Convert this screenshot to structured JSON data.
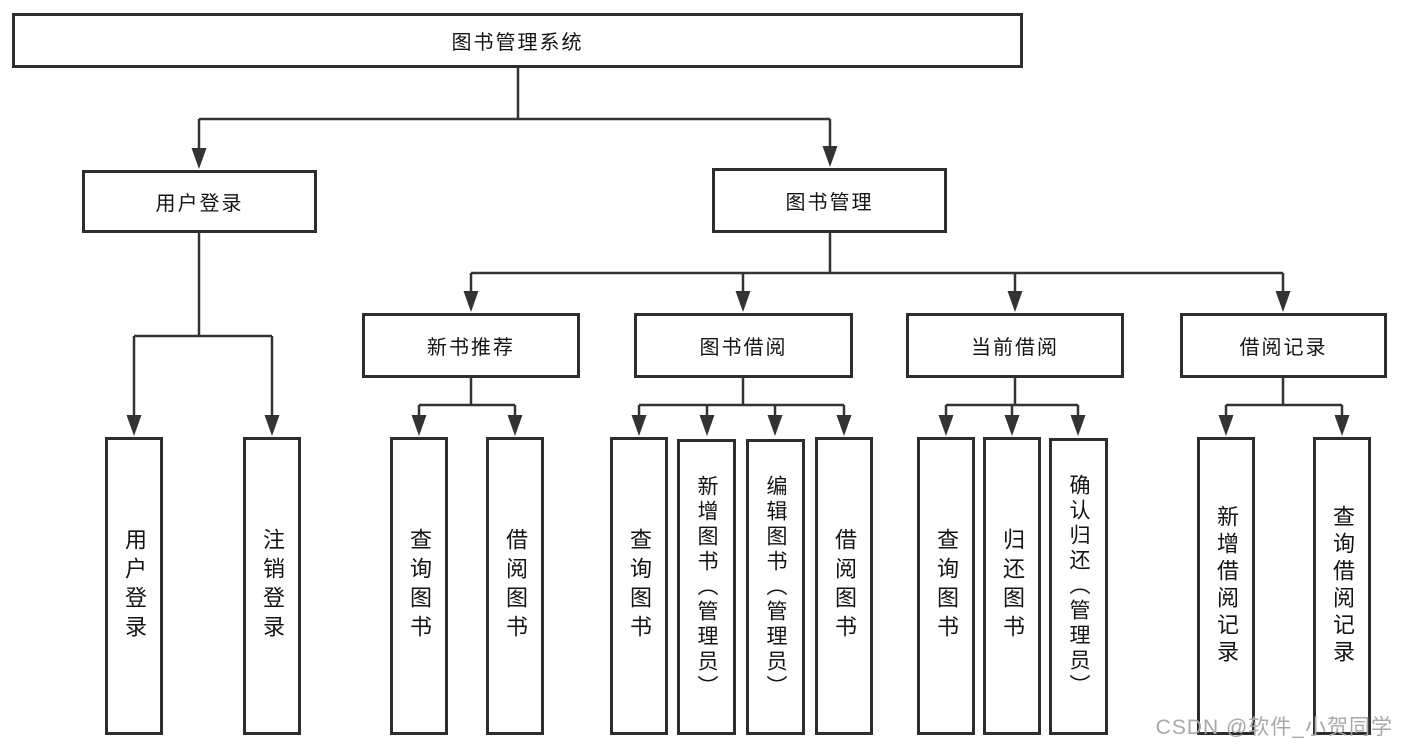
{
  "diagram_title": "图书管理系统",
  "nodes": {
    "root": "图书管理系统",
    "user_login": "用户登录",
    "book_mgmt": "图书管理",
    "leaf_user_login": "用户登录",
    "leaf_logout": "注销登录",
    "new_book_rec": "新书推荐",
    "book_borrow": "图书借阅",
    "current_borrow": "当前借阅",
    "borrow_records": "借阅记录",
    "nb_query_book": "查询图书",
    "nb_borrow_book": "借阅图书",
    "bb_query_book": "查询图书",
    "bb_add_book": "新增图书（管理员）",
    "bb_edit_book": "编辑图书（管理员）",
    "bb_borrow_book": "借阅图书",
    "cb_query_book": "查询图书",
    "cb_return_book": "归还图书",
    "cb_confirm_return": "确认归还（管理员）",
    "br_add_record": "新增借阅记录",
    "br_query_record": "查询借阅记录"
  },
  "watermark": "CSDN @软件_小贺同学",
  "colors": {
    "line": "#333333",
    "box_border": "#2d2d2d",
    "text": "#141414",
    "watermark": "#a8a8a8",
    "background": "#ffffff"
  }
}
